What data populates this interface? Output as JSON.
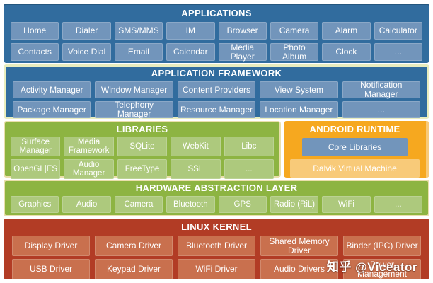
{
  "colors": {
    "blue_panel": "#316C9E",
    "blue_btn": "#7295BB",
    "pale_border": "#E9EDBE",
    "green_panel": "#8DB442",
    "green_btn": "#ADC97D",
    "cream_border": "#EADFAC",
    "orange_panel": "#F6A81F",
    "orange_btn": "#F8CA79",
    "red_panel": "#B23C25",
    "red_btn": "#C9704E",
    "text": "#FFFFFF"
  },
  "sections": {
    "applications": {
      "title": "APPLICATIONS",
      "rows": [
        [
          "Home",
          "Dialer",
          "SMS/MMS",
          "IM",
          "Browser",
          "Camera",
          "Alarm",
          "Calculator"
        ],
        [
          "Contacts",
          "Voice Dial",
          "Email",
          "Calendar",
          "Media Player",
          "Photo Album",
          "Clock",
          "..."
        ]
      ]
    },
    "framework": {
      "title": "APPLICATION FRAMEWORK",
      "rows": [
        [
          "Activity Manager",
          "Window Manager",
          "Content Providers",
          "View System",
          "Notification Manager"
        ],
        [
          "Package Manager",
          "Telephony Manager",
          "Resource Manager",
          "Location Manager",
          "..."
        ]
      ]
    },
    "libraries": {
      "title": "LIBRARIES",
      "rows": [
        [
          "Surface Manager",
          "Media Framework",
          "SQLite",
          "WebKit",
          "Libc"
        ],
        [
          "OpenGL|ES",
          "Audio Manager",
          "FreeType",
          "SSL",
          "..."
        ]
      ]
    },
    "runtime": {
      "title": "ANDROID RUNTIME",
      "items": [
        "Core Libraries",
        "Dalvik Virtual Machine"
      ]
    },
    "hal": {
      "title": "HARDWARE ABSTRACTION LAYER",
      "rows": [
        [
          "Graphics",
          "Audio",
          "Camera",
          "Bluetooth",
          "GPS",
          "Radio (RiL)",
          "WiFi",
          "..."
        ]
      ]
    },
    "kernel": {
      "title": "LINUX KERNEL",
      "rows": [
        [
          "Display Driver",
          "Camera Driver",
          "Bluetooth Driver",
          "Shared Memory Driver",
          "Binder (IPC) Driver"
        ],
        [
          "USB Driver",
          "Keypad Driver",
          "WiFi Driver",
          "Audio Drivers",
          "Power Management"
        ]
      ]
    }
  },
  "watermark": "知乎 @Viceator"
}
